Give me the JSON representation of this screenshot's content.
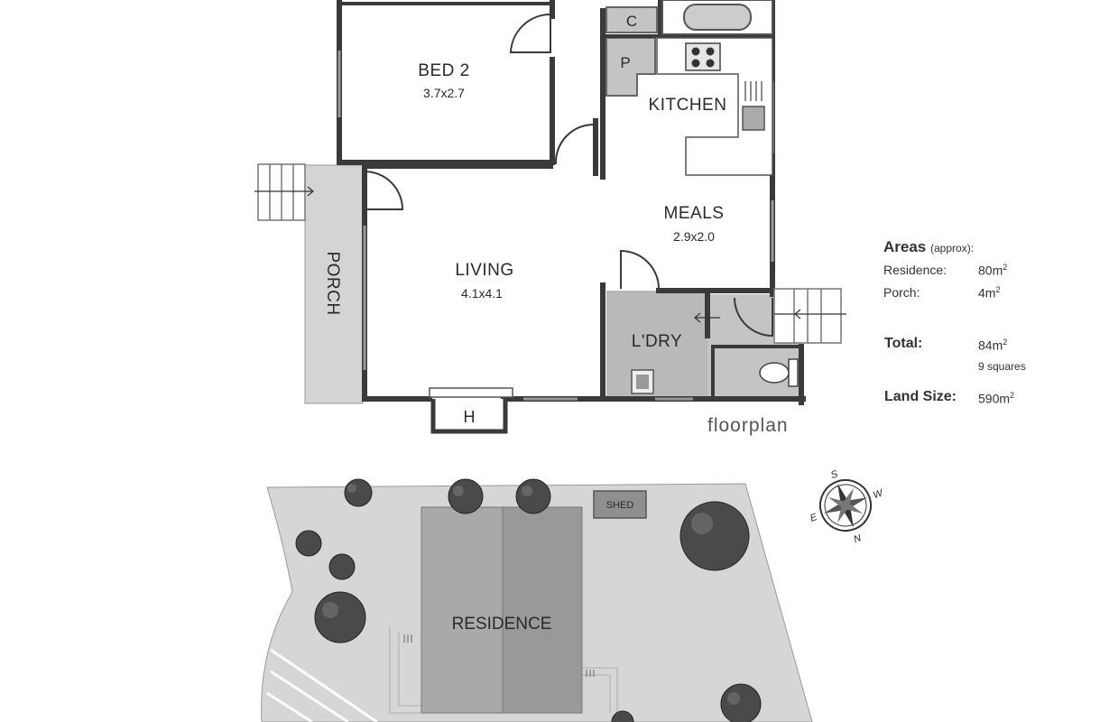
{
  "rooms": {
    "bed2": {
      "name": "BED 2",
      "dims": "3.7x2.7"
    },
    "kitchen": {
      "name": "KITCHEN"
    },
    "meals": {
      "name": "MEALS",
      "dims": "2.9x2.0"
    },
    "living": {
      "name": "LIVING",
      "dims": "4.1x4.1"
    },
    "laundry": {
      "name": "L'DRY"
    },
    "porch": {
      "name": "PORCH"
    },
    "cupboard": "C",
    "pantry": "P",
    "heater": "H"
  },
  "areas": {
    "title": "Areas",
    "title_note": "(approx):",
    "residence_label": "Residence:",
    "residence_value": "80m",
    "porch_label": "Porch:",
    "porch_value": "4m",
    "total_label": "Total:",
    "total_value": "84m",
    "total_squares": "9 squares",
    "land_label": "Land Size:",
    "land_value": "590m",
    "unit_superscript": "2"
  },
  "floorplan_caption": "floorplan",
  "site": {
    "residence_label": "RESIDENCE",
    "shed_label": "SHED"
  },
  "compass": {
    "n": "N",
    "s": "S",
    "e": "E",
    "w": "W"
  },
  "colors": {
    "wall": "#3a3a3a",
    "wet_area": "#b9b9b9",
    "porch": "#d4d4d4",
    "site": "#d6d6d6",
    "roof_left": "#a9a9a9",
    "roof_right": "#999999",
    "tree": "#4a4a4a"
  }
}
